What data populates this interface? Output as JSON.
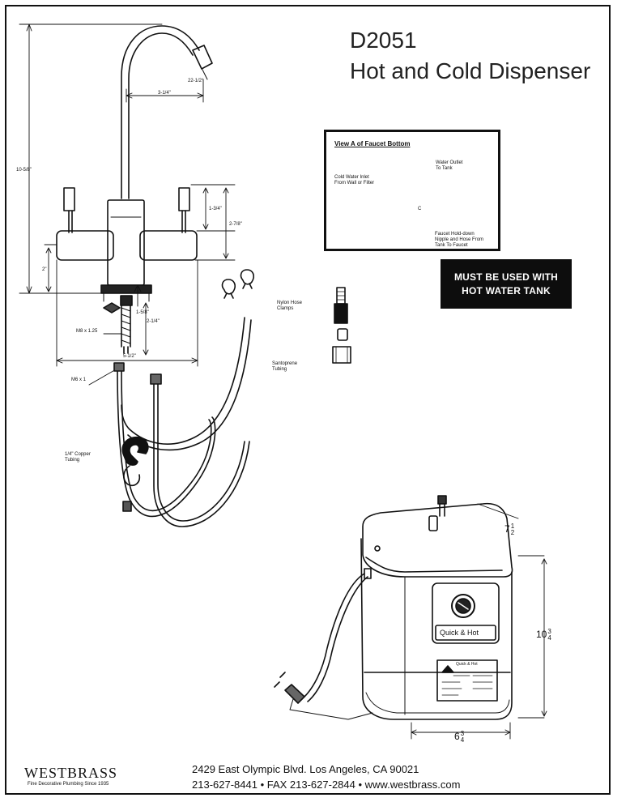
{
  "header": {
    "model": "D2051",
    "product_name": "Hot and Cold Dispenser"
  },
  "view_a": {
    "title": "View A of Faucet Bottom",
    "water_outlet": [
      "Water Outlet",
      "To Tank"
    ],
    "cold_inlet": [
      "Cold Water Inlet",
      "From Wall or Filter"
    ],
    "hold_down": [
      "Faucet Hold-down",
      "Nipple and Hose From",
      "Tank To Faucet"
    ],
    "marker_c": "C"
  },
  "notice": {
    "line1": "MUST BE USED WITH",
    "line2": "HOT WATER TANK"
  },
  "faucet_dimensions": {
    "height": "10-5/8\"",
    "reach": "3-1/4\"",
    "spout_angle": "22-1/2°",
    "handle_height": "1-3/4\"",
    "body_height": "2-7/8\"",
    "base_height": "2\"",
    "shank_length": "1-5/8\"",
    "thread_length": "2-1/4\"",
    "width": "5-1/2\"",
    "shank_thread": "M8 x 1.25",
    "tube_thread": "M6 x 1"
  },
  "parts": {
    "clamps": [
      "Nylon Hose",
      "Clamps"
    ],
    "tubing": [
      "Santoprene",
      "Tubing"
    ],
    "copper": [
      "1/4\" Copper",
      "Tubing"
    ]
  },
  "tank": {
    "depth_whole": "7",
    "depth_frac_num": "1",
    "depth_frac_den": "2",
    "height_whole": "10",
    "height_frac_num": "3",
    "height_frac_den": "4",
    "width_whole": "6",
    "width_frac_num": "3",
    "width_frac_den": "4",
    "label": "Quick & Hot",
    "sticker_title": "Quick & Hot"
  },
  "footer": {
    "brand": "WESTBRASS",
    "tagline": "Fine Decorative Plumbing Since 1935",
    "address": "2429 East Olympic Blvd. Los Angeles, CA  90021",
    "contact": "213-627-8441 • FAX 213-627-2844 • www.westbrass.com"
  }
}
